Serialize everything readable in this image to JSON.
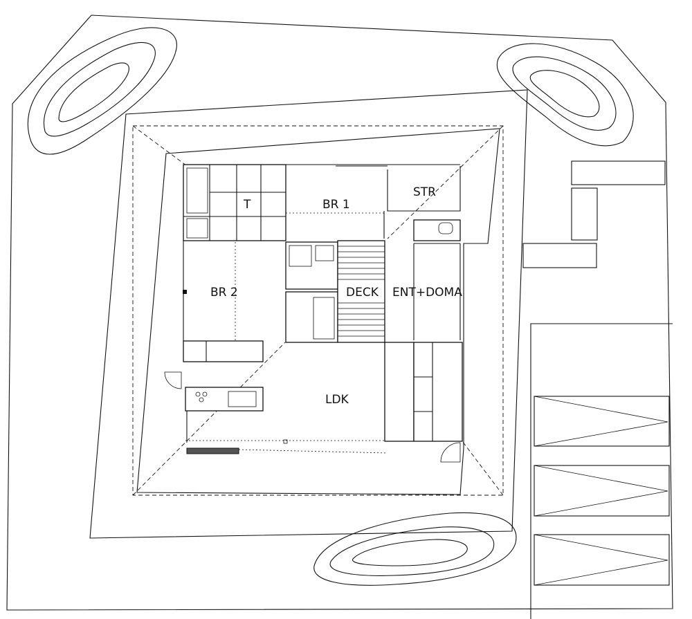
{
  "rooms": {
    "toilet": "T",
    "bedroom1": "BR 1",
    "storage": "STR",
    "bedroom2": "BR 2",
    "deck": "DECK",
    "entrance": "ENT+DOMA",
    "ldk": "LDK"
  }
}
